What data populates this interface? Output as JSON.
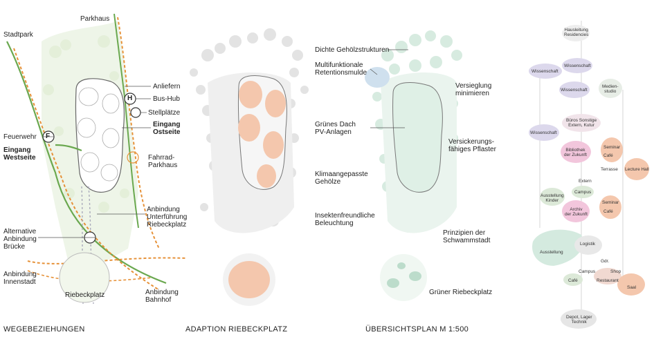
{
  "panels": [
    {
      "caption": "WEGEBEZIEHUNGEN",
      "labels": {
        "parkhaus": "Parkhaus",
        "stadtpark": "Stadtpark",
        "anliefern": "Anliefern",
        "bushub": "Bus-Hub",
        "stellplaetze": "Stellplätze",
        "eingang_ost_1": "Eingang",
        "eingang_ost_2": "Ostseite",
        "feuerwehr": "Feuerwehr",
        "eingang_west_1": "Eingang",
        "eingang_west_2": "Westseite",
        "fahrrad_1": "Fahrrad-",
        "fahrrad_2": "Parkhaus",
        "anbindung_unter_1": "Anbindung",
        "anbindung_unter_2": "Unterführung",
        "anbindung_unter_3": "Riebeckplatz",
        "alt_1": "Alternative",
        "alt_2": "Anbindung",
        "alt_3": "Brücke",
        "innen_1": "Anbindung",
        "innen_2": "Innenstadt",
        "riebeckplatz": "Riebeckplatz",
        "bahnhof_1": "Anbindung",
        "bahnhof_2": "Bahnhof",
        "symbol_h": "H",
        "symbol_f": "F"
      }
    },
    {
      "caption": "ADAPTION  RIEBECKPLATZ"
    },
    {
      "caption": "ÜBERSICHTSPLAN  M 1:500",
      "labels": {
        "gehoelz": "Dichte Gehölzstrukturen",
        "retention_1": "Multifunktionale",
        "retention_2": "Retentionsmulde",
        "versiegelung_1": "Versieglung",
        "versiegelung_2": "minimieren",
        "dach_1": "Grünes Dach",
        "dach_2": "PV-Anlagen",
        "pflaster_1": "Versickerungs-",
        "pflaster_2": "fähiges Pflaster",
        "klima_1": "Klimaangepasste",
        "klima_2": "Gehölze",
        "insekten_1": "Insektenfreundliche",
        "insekten_2": "Beleuchtung",
        "schwamm_1": "Prinzipien der",
        "schwamm_2": "Schwammstadt",
        "gruen_platz": "Grüner Riebeckplatz"
      }
    }
  ],
  "program": {
    "hausleitung": "Hausleitung\nResidencies",
    "wissenschaft_1": "Wissenschaft",
    "wissenschaft_2": "Wissenschaft",
    "wissenschaft_3": "Wissenschaft",
    "wissenschaft_4": "Wissenschaft",
    "medienstudio": "Medien-\nstudio",
    "bueros": "Büros Sonstige\nExtern, Kutur",
    "bibliothek": "Bibliothek\nder Zukunft",
    "seminar_1": "Seminar",
    "cafe_1": "Café",
    "terrasse": "Terrasse",
    "lecture": "Lecture Hall",
    "extern": "Extern",
    "campus_1": "Campus",
    "ausstellung_kinder": "Ausstellung\nKinder",
    "seminar_2": "Seminar",
    "archiv": "Archiv\nder Zukunft",
    "cafe_2": "Café",
    "logistik": "Logistik",
    "ausstellung": "Ausstellung",
    "gdr": "Gdr.",
    "campus_2": "Campus",
    "shop": "Shop",
    "cafe_3": "Café",
    "restaurant": "Restaurant",
    "saal": "Saal",
    "depot": "Depot, Lager\nTechnik"
  },
  "colors": {
    "green_path": "#6aa84f",
    "orange_path": "#e69138",
    "salmon": "#f4c7ad",
    "mint": "#cfe8dc",
    "lilac": "#dcd8ec",
    "pink": "#f2c6dc",
    "gray_tree": "#d9d9d9"
  }
}
